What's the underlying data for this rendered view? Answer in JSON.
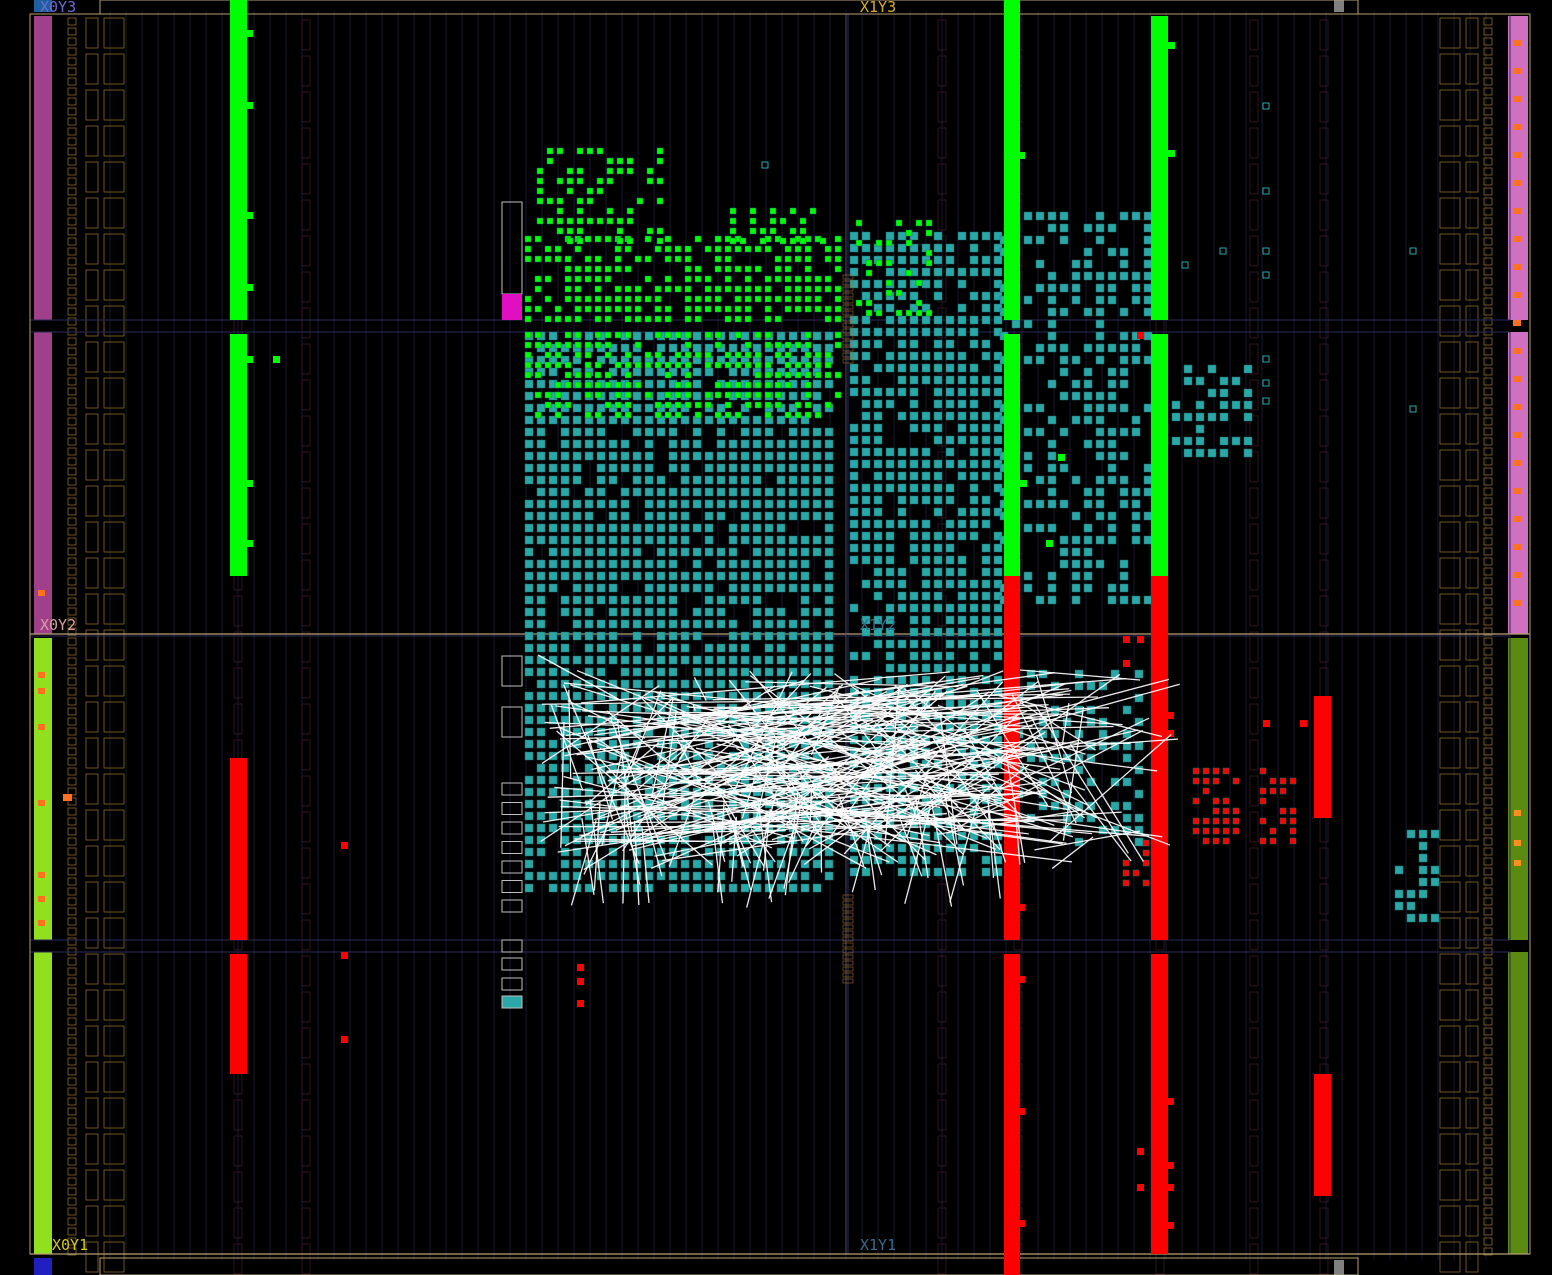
{
  "view": {
    "type": "fpga-device-floorplan",
    "clock_regions": [
      {
        "id": "x0y3",
        "label": "X0Y3",
        "label_color": "#6a6ad8"
      },
      {
        "id": "x1y3",
        "label": "X1Y3",
        "label_color": "#d8b020"
      },
      {
        "id": "x0y2",
        "label": "X0Y2",
        "label_color": "#d8a0a0"
      },
      {
        "id": "x1y2",
        "label": "X1Y2",
        "label_color": "#3a6a8a"
      },
      {
        "id": "x0y1",
        "label": "X0Y1",
        "label_color": "#d8c820"
      },
      {
        "id": "x1y1",
        "label": "X1Y1",
        "label_color": "#3a6a8a"
      }
    ]
  },
  "colors": {
    "background": "#000000",
    "region_border": "#b8a070",
    "tile_outline": "#8a6a2a",
    "column_outline": "#2a2a4a",
    "placed_green": "#00ff00",
    "placed_cyan": "#2aa8a8",
    "placed_red": "#ff0000",
    "nets": "#ffffff",
    "io_magenta": "#a0408a",
    "io_pink": "#d070c0",
    "io_lime": "#90e020",
    "io_olive": "#5a8a10",
    "highlight_magenta": "#e010c0"
  },
  "icons": {
    "net-lines": "white routed nets",
    "cell-squares": "placed logic cells"
  }
}
